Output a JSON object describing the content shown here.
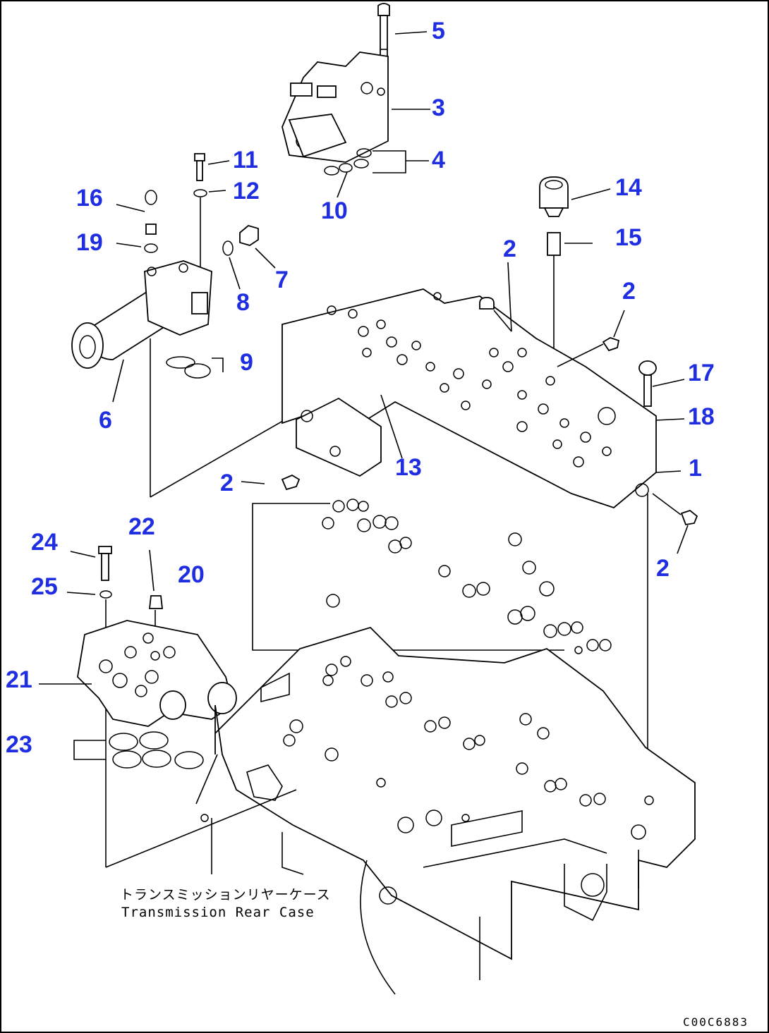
{
  "callouts": {
    "c5": "5",
    "c3": "3",
    "c4": "4",
    "c10": "10",
    "c11": "11",
    "c12": "12",
    "c16": "16",
    "c19": "19",
    "c7": "7",
    "c8": "8",
    "c9": "9",
    "c6": "6",
    "c14": "14",
    "c15": "15",
    "c2a": "2",
    "c2b": "2",
    "c2c": "2",
    "c2d": "2",
    "c17": "17",
    "c18": "18",
    "c1": "1",
    "c13": "13",
    "c22": "22",
    "c24": "24",
    "c25": "25",
    "c20": "20",
    "c21": "21",
    "c23": "23"
  },
  "caption": {
    "japanese": "トランスミッションリヤーケース",
    "english": "Transmission Rear Case"
  },
  "drawing_code": "C00C6883",
  "colors": {
    "callout": "#1f2ee0",
    "line": "#000000",
    "background": "#ffffff"
  }
}
